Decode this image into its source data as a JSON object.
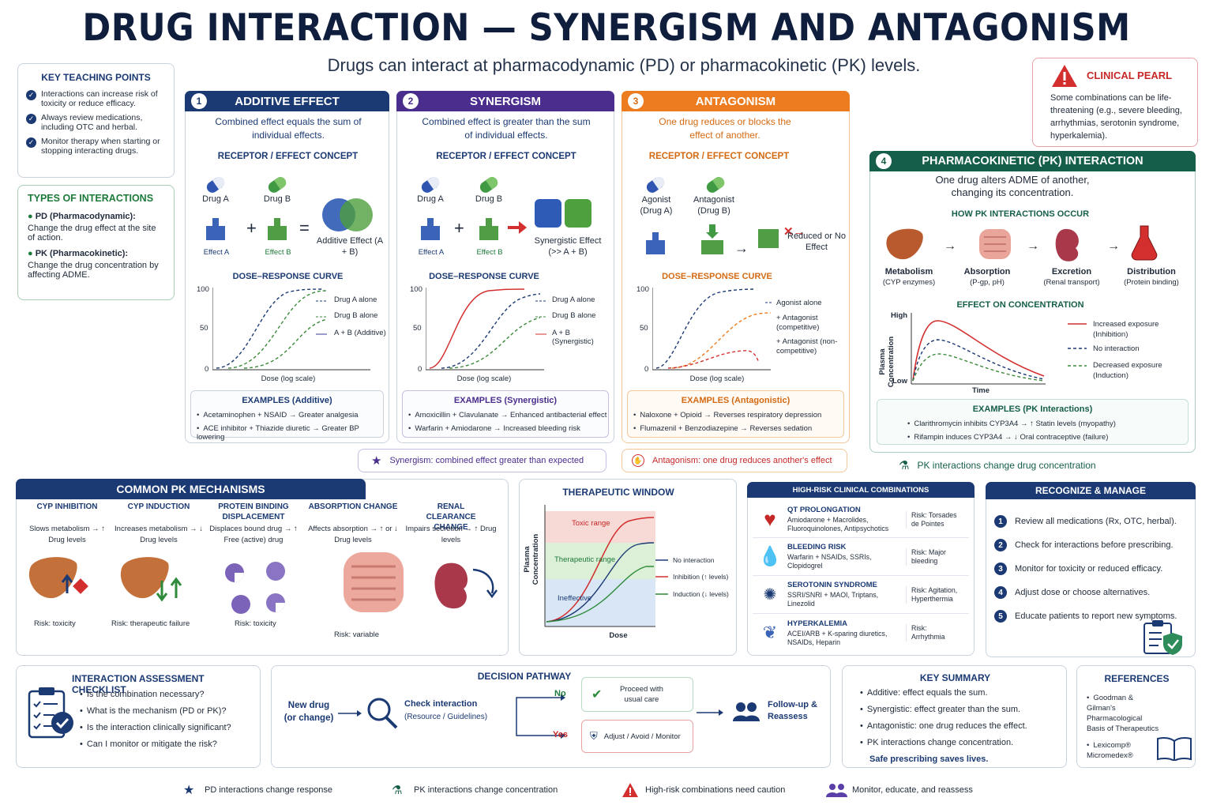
{
  "header": {
    "title": "DRUG INTERACTION — SYNERGISM AND ANTAGONISM",
    "subtitle": "Drugs can interact at pharmacodynamic (PD) or pharmacokinetic (PK) levels."
  },
  "key_points": {
    "title": "KEY TEACHING POINTS",
    "items": [
      "Interactions can increase risk of toxicity or reduce efficacy.",
      "Always review medications, including OTC and herbal.",
      "Monitor therapy when starting or stopping interacting drugs."
    ]
  },
  "types": {
    "title": "TYPES OF INTERACTIONS",
    "pd_label": "PD (Pharmacodynamic):",
    "pd_text": "Change the drug effect at the site of action.",
    "pk_label": "PK (Pharmacokinetic):",
    "pk_text": "Change the drug concentration by affecting ADME."
  },
  "panels": {
    "concept_label": "RECEPTOR / EFFECT CONCEPT",
    "dose_label": "DOSE–RESPONSE CURVE",
    "x_axis": "Dose (log scale)",
    "y_ticks": [
      "100",
      "50",
      "0"
    ],
    "additive": {
      "num": "1",
      "title": "ADDITIVE EFFECT",
      "desc": "Combined effect equals the sum of individual effects.",
      "drug_a": "Drug A",
      "drug_b": "Drug B",
      "effect_a": "Effect A",
      "effect_b": "Effect B",
      "result": "Additive Effect (A + B)",
      "legend": [
        "Drug A alone",
        "Drug B alone",
        "A + B (Additive)"
      ],
      "examples_title": "EXAMPLES (Additive)",
      "examples": [
        "Acetaminophen + NSAID → Greater analgesia",
        "ACE inhibitor + Thiazide diuretic → Greater BP lowering"
      ]
    },
    "synergism": {
      "num": "2",
      "title": "SYNERGISM",
      "desc": "Combined effect is greater than the sum of individual effects.",
      "drug_a": "Drug A",
      "drug_b": "Drug B",
      "effect_a": "Effect A",
      "effect_b": "Effect B",
      "result": "Synergistic Effect (>> A + B)",
      "legend": [
        "Drug A alone",
        "Drug B alone",
        "A + B (Synergistic)"
      ],
      "examples_title": "EXAMPLES (Synergistic)",
      "examples": [
        "Amoxicillin + Clavulanate → Enhanced antibacterial effect",
        "Warfarin + Amiodarone → Increased bleeding risk"
      ]
    },
    "antagonism": {
      "num": "3",
      "title": "ANTAGONISM",
      "desc": "One drug reduces or blocks the effect of another.",
      "agonist": "Agonist (Drug A)",
      "antagonist": "Antagonist (Drug B)",
      "result": "Reduced or No Effect",
      "legend": [
        "Agonist alone",
        "+ Antagonist (competitive)",
        "+ Antagonist (non-competitive)"
      ],
      "examples_title": "EXAMPLES (Antagonistic)",
      "examples": [
        "Naloxone + Opioid → Reverses respiratory depression",
        "Flumazenil + Benzodiazepine → Reverses sedation"
      ]
    }
  },
  "notes": {
    "synergism": "Synergism: combined effect greater than expected",
    "antagonism": "Antagonism: one drug reduces another's effect",
    "pk": "PK interactions change drug concentration"
  },
  "pearl": {
    "title": "CLINICAL PEARL",
    "text": "Some combinations can be life-threatening (e.g., severe bleeding, arrhythmias, serotonin syndrome, hyperkalemia)."
  },
  "pk_panel": {
    "num": "4",
    "title": "PHARMACOKINETIC (PK) INTERACTION",
    "desc": "One drug alters ADME of another, changing its concentration.",
    "how_title": "HOW PK INTERACTIONS OCCUR",
    "steps": [
      {
        "name": "Metabolism",
        "sub": "(CYP enzymes)"
      },
      {
        "name": "Absorption",
        "sub": "(P-gp, pH)"
      },
      {
        "name": "Excretion",
        "sub": "(Renal transport)"
      },
      {
        "name": "Distribution",
        "sub": "(Protein binding)"
      }
    ],
    "effect_title": "EFFECT ON CONCENTRATION",
    "y_axis": "Plasma Concentration",
    "y_high": "High",
    "y_low": "Low",
    "x_axis": "Time",
    "legend": [
      "Increased exposure (Inhibition)",
      "No interaction",
      "Decreased exposure (Induction)"
    ],
    "examples_title": "EXAMPLES (PK Interactions)",
    "examples": [
      "Clarithromycin inhibits CYP3A4 → ↑ Statin levels (myopathy)",
      "Rifampin induces CYP3A4 → ↓ Oral contraceptive (failure)"
    ]
  },
  "mechanisms": {
    "title": "COMMON PK MECHANISMS",
    "items": [
      {
        "title": "CYP INHIBITION",
        "text": "Slows metabolism → ↑ Drug levels",
        "risk": "Risk: toxicity"
      },
      {
        "title": "CYP INDUCTION",
        "text": "Increases metabolism → ↓ Drug levels",
        "risk": "Risk: therapeutic failure"
      },
      {
        "title": "PROTEIN BINDING DISPLACEMENT",
        "text": "Displaces bound drug → ↑ Free (active) drug",
        "risk": "Risk: toxicity"
      },
      {
        "title": "ABSORPTION CHANGE",
        "text": "Affects absorption → ↑ or ↓ Drug levels",
        "risk": "Risk: variable"
      },
      {
        "title": "RENAL CLEARANCE CHANGE",
        "text": "Impairs secretion → ↑ Drug levels",
        "risk": ""
      }
    ]
  },
  "window": {
    "title": "THERAPEUTIC WINDOW",
    "toxic": "Toxic range",
    "therapeutic": "Therapeutic range",
    "ineffective": "Ineffective",
    "y_axis": "Plasma Concentration",
    "x_axis": "Dose",
    "legend": [
      "No interaction",
      "Inhibition (↑ levels)",
      "Induction (↓ levels)"
    ]
  },
  "high_risk": {
    "title": "HIGH-RISK CLINICAL COMBINATIONS",
    "items": [
      {
        "name": "QT PROLONGATION",
        "drugs": "Amiodarone + Macrolides, Fluoroquinolones, Antipsychotics",
        "risk": "Risk: Torsades de Pointes"
      },
      {
        "name": "BLEEDING RISK",
        "drugs": "Warfarin + NSAIDs, SSRIs, Clopidogrel",
        "risk": "Risk: Major bleeding"
      },
      {
        "name": "SEROTONIN SYNDROME",
        "drugs": "SSRI/SNRI + MAOI, Triptans, Linezolid",
        "risk": "Risk: Agitation, Hyperthermia"
      },
      {
        "name": "HYPERKALEMIA",
        "drugs": "ACEI/ARB + K-sparing diuretics, NSAIDs, Heparin",
        "risk": "Risk: Arrhythmia"
      }
    ]
  },
  "manage": {
    "title": "RECOGNIZE & MANAGE",
    "items": [
      "Review all medications (Rx, OTC, herbal).",
      "Check for interactions before prescribing.",
      "Monitor for toxicity or reduced efficacy.",
      "Adjust dose or choose alternatives.",
      "Educate patients to report new symptoms."
    ]
  },
  "checklist": {
    "title": "INTERACTION ASSESSMENT CHECKLIST",
    "items": [
      "Is the combination necessary?",
      "What is the mechanism (PD or PK)?",
      "Is the interaction clinically significant?",
      "Can I monitor or mitigate the risk?"
    ]
  },
  "pathway": {
    "title": "DECISION PATHWAY",
    "start": "New drug (or change)",
    "check": "Check interaction",
    "check_sub": "(Resource / Guidelines)",
    "no": "No",
    "yes": "Yes",
    "proceed": "Proceed with usual care",
    "adjust": "Adjust / Avoid / Monitor",
    "follow": "Follow-up & Reassess"
  },
  "summary": {
    "title": "KEY SUMMARY",
    "items": [
      "Additive: effect equals the sum.",
      "Synergistic: effect greater than the sum.",
      "Antagonistic: one drug reduces the effect.",
      "PK interactions change concentration."
    ],
    "footer": "Safe prescribing saves lives."
  },
  "references": {
    "title": "REFERENCES",
    "items": [
      "Goodman & Gilman's Pharmacological Basis of Therapeutics",
      "Lexicomp® Micromedex®"
    ]
  },
  "footer": [
    "PD interactions change response",
    "PK interactions change concentration",
    "High-risk combinations need caution",
    "Monitor, educate, and reassess"
  ]
}
